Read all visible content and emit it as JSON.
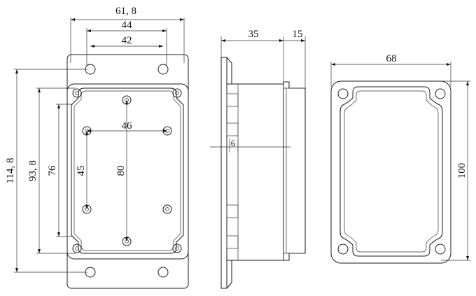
{
  "drawing": {
    "front_view": {
      "dim_total_width": "61, 8",
      "dim_hole_span": "44",
      "dim_inner_span": "42",
      "dim_center_holes": "46",
      "dim_total_height": "114, 8",
      "dim_body_height": "93, 8",
      "dim_inner_height": "76",
      "dim_side_holes": "45",
      "dim_center_height": "80"
    },
    "side_view": {
      "dim_depth": "35",
      "dim_lid": "15",
      "dim_wall": "6"
    },
    "top_view": {
      "dim_width": "68",
      "dim_height": "100"
    }
  }
}
